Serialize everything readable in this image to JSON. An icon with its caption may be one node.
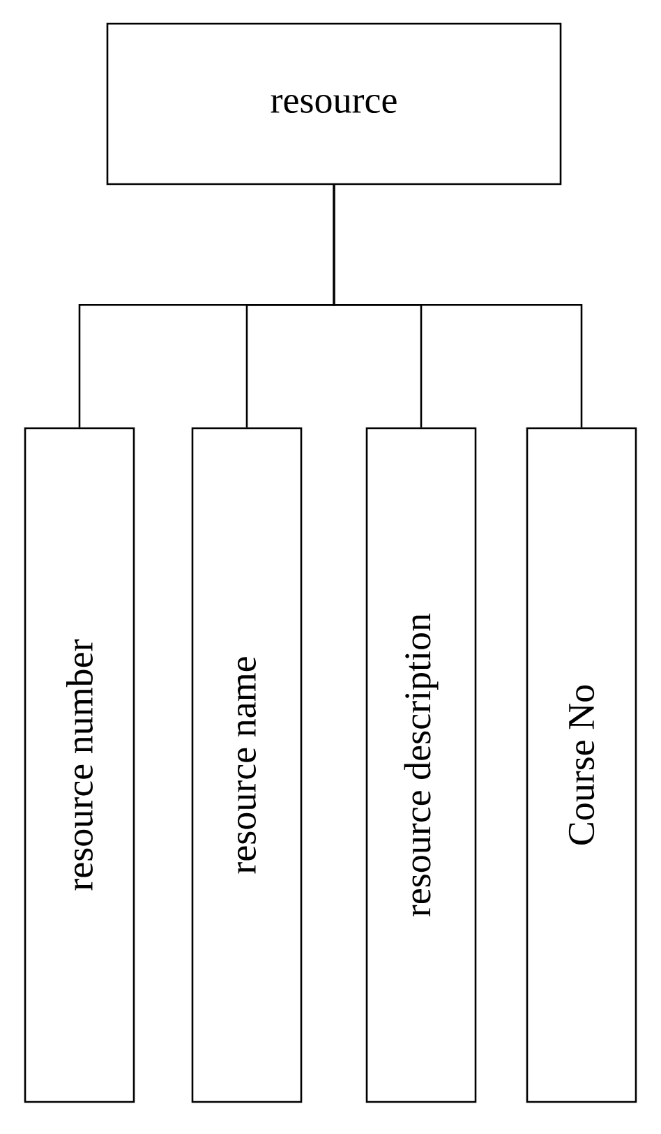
{
  "diagram": {
    "nodes": [
      {
        "text": [
          "resource"
        ]
      },
      {
        "text": [
          "resource number"
        ]
      },
      {
        "text": [
          "resource name"
        ]
      },
      {
        "text": [
          "resource description"
        ]
      },
      {
        "text": [
          "Course No"
        ]
      }
    ],
    "edges": [
      {
        "from": 0,
        "to": 1,
        "arrow": "none"
      },
      {
        "from": 0,
        "to": 2,
        "arrow": "none"
      },
      {
        "from": 0,
        "to": 3,
        "arrow": "none"
      },
      {
        "from": 0,
        "to": 4,
        "arrow": "none"
      }
    ]
  }
}
